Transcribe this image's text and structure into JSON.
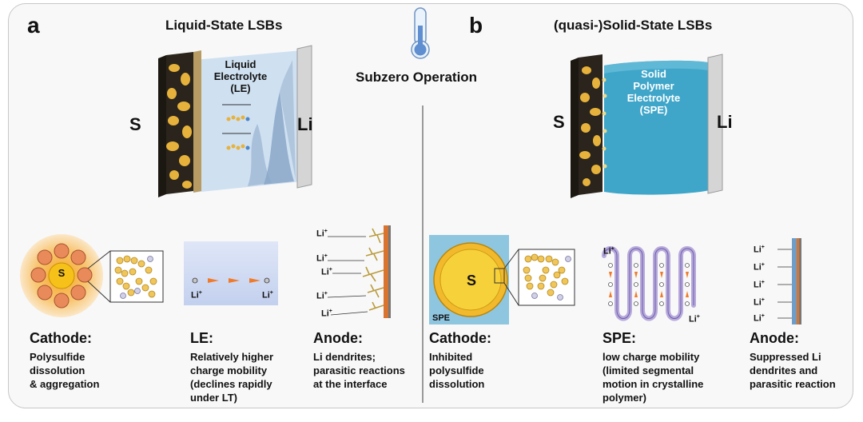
{
  "panel_a": {
    "letter": "a",
    "title": "Liquid-State LSBs",
    "sulfur": "S",
    "lithium": "Li",
    "electrolyte_label": "Liquid\nElectrolyte\n(LE)"
  },
  "center": {
    "operation": "Subzero Operation"
  },
  "panel_b": {
    "letter": "b",
    "title": "(quasi-)Solid-State LSBs",
    "sulfur": "S",
    "lithium": "Li",
    "electrolyte_label": "Solid\nPolymer\nElectrolyte\n(SPE)"
  },
  "sub_a": {
    "cathode": {
      "core_label": "S",
      "heading": "Cathode:",
      "body": "Polysulfide\ndissolution\n& aggregation"
    },
    "le": {
      "ion_left": "Li",
      "ion_right": "Li",
      "ion_charge": "+",
      "heading": "LE:",
      "body": "Relatively higher\ncharge mobility\n(declines rapidly\nunder LT)"
    },
    "anode": {
      "ions": [
        "Li",
        "Li",
        "Li",
        "Li",
        "Li"
      ],
      "ion_charge": "+",
      "heading": "Anode:",
      "body": "Li dendrites;\nparasitic reactions\nat the interface"
    }
  },
  "sub_b": {
    "cathode": {
      "core_label": "S",
      "matrix_label": "SPE",
      "heading": "Cathode:",
      "body": "Inhibited\npolysulfide\ndissolution"
    },
    "spe": {
      "ion_top": "Li",
      "ion_bottom": "Li",
      "ion_charge": "+",
      "heading": "SPE:",
      "body": "low charge mobility\n(limited segmental\nmotion in crystalline\npolymer)"
    },
    "anode": {
      "ions": [
        "Li",
        "Li",
        "Li",
        "Li",
        "Li"
      ],
      "ion_charge": "+",
      "heading": "Anode:",
      "body": "Suppressed Li\ndendrites and\nparasitic reaction"
    }
  },
  "colors": {
    "sulfur_gold": "#e6b23c",
    "carbon_dark": "#2a241c",
    "le_blue": "#c9dcef",
    "spe_teal": "#3fa6c9",
    "li_gray": "#c6c6c6",
    "orange_arrow": "#f07a2a",
    "anode_orange": "#d8742f"
  }
}
